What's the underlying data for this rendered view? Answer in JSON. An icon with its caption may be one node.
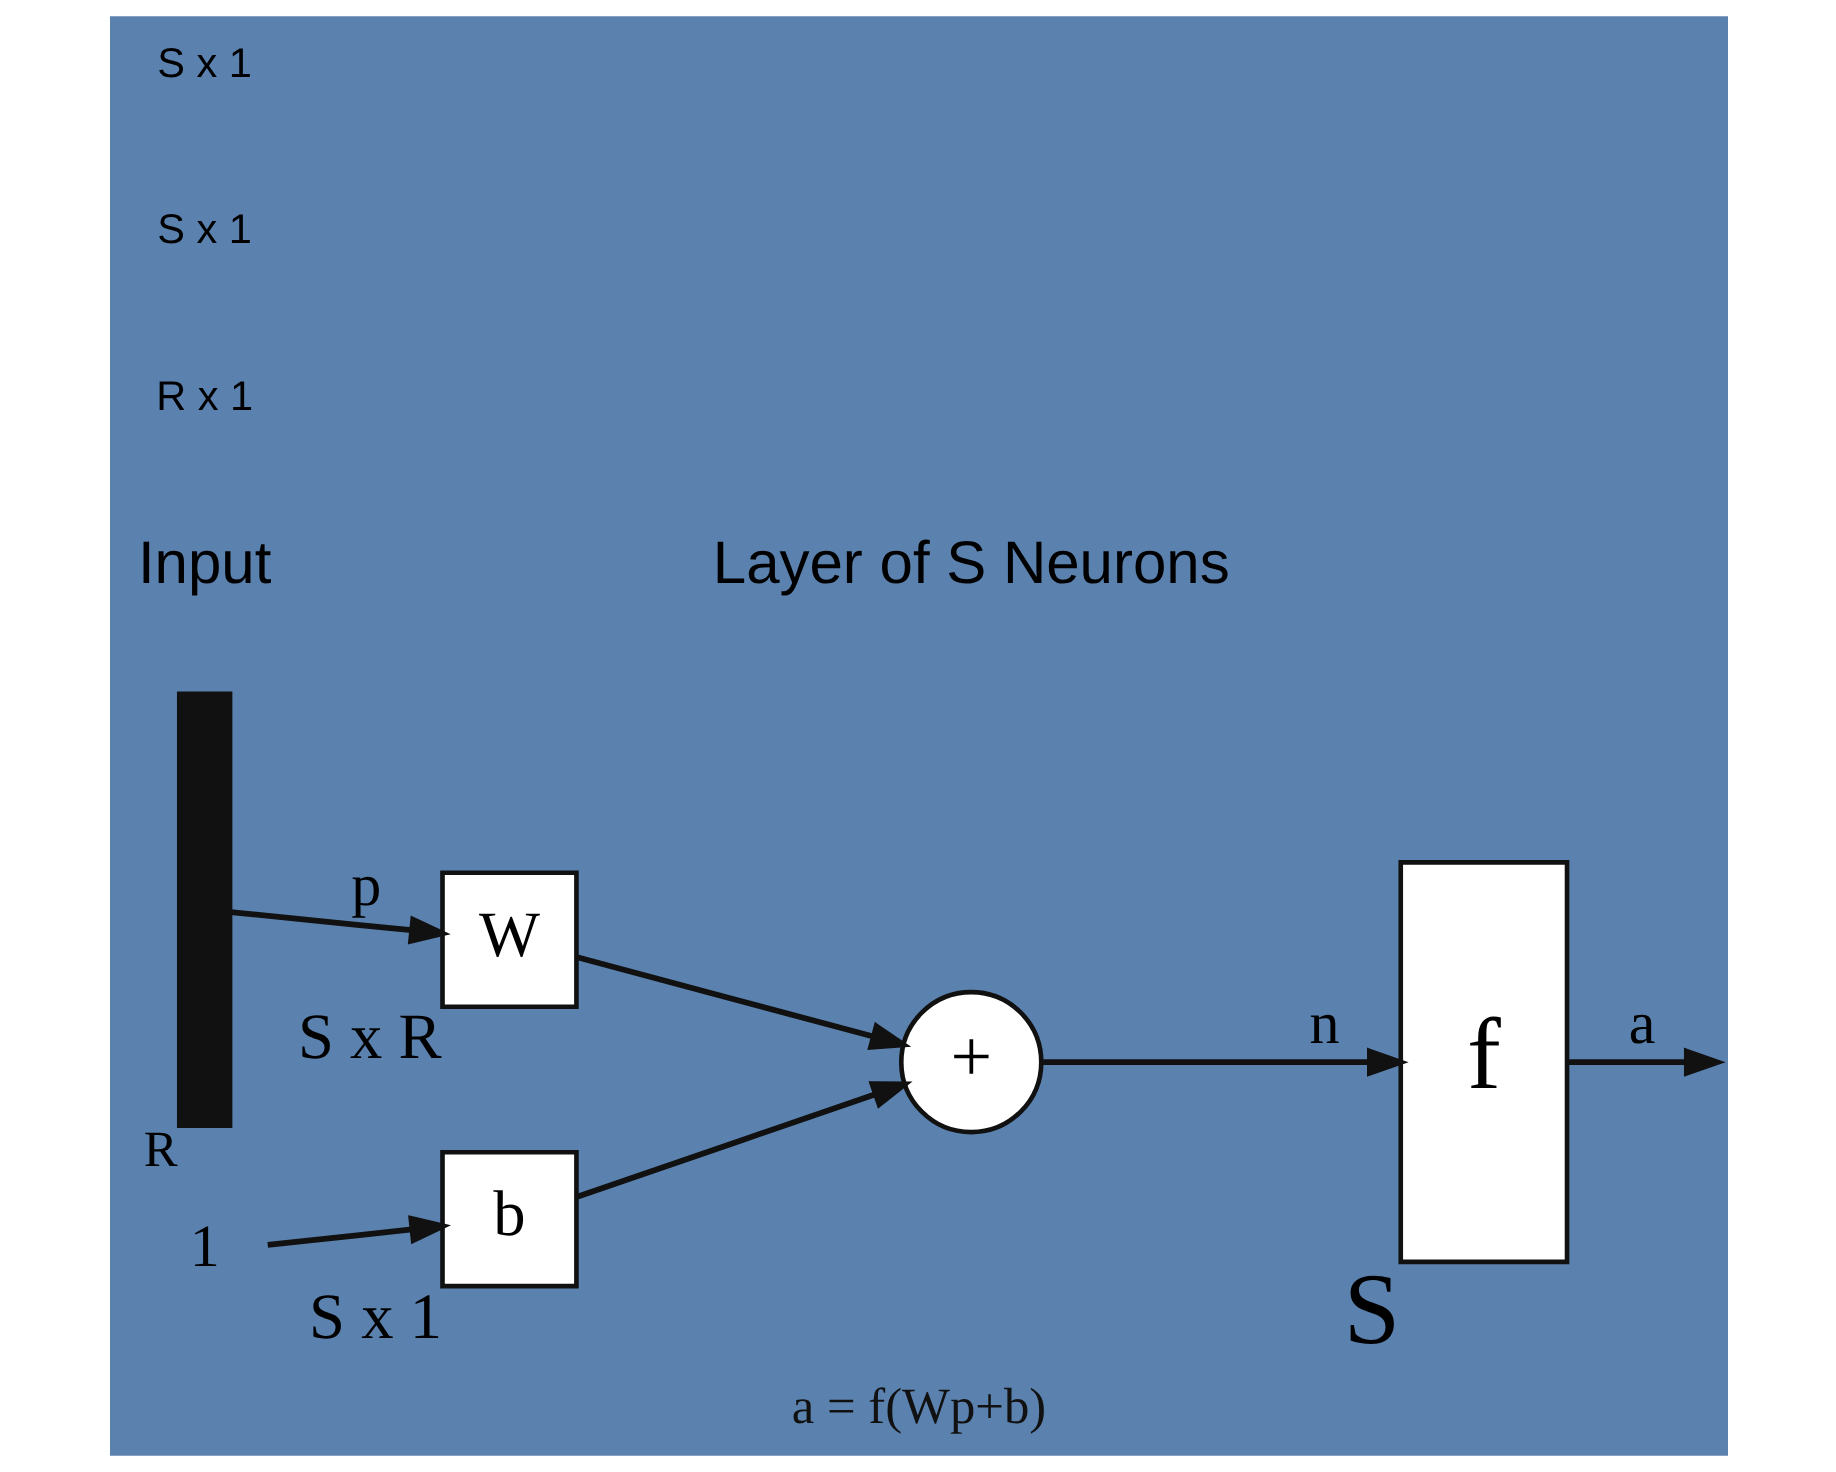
{
  "diagram": {
    "caption": "a = f(Wp+b)",
    "nodes": [
      {
        "text": [],
        "shape": "bar",
        "beside": [
          "R"
        ]
      },
      {
        "text": [
          "W"
        ],
        "beside": [
          "S x R"
        ]
      },
      {
        "text": [
          "b"
        ],
        "beside": [
          "S x 1"
        ]
      },
      {
        "text": [
          "+"
        ]
      },
      {
        "text": [
          "f"
        ],
        "beside": [
          "S"
        ]
      },
      {
        "text": [
          "1"
        ]
      }
    ],
    "edges": [
      {
        "from": 0,
        "to": 1,
        "arrow": "to",
        "label": "p"
      },
      {
        "from": 5,
        "to": 2,
        "arrow": "to"
      },
      {
        "from": 1,
        "to": 3,
        "arrow": "to"
      },
      {
        "from": 2,
        "to": 3,
        "arrow": "to"
      },
      {
        "from": 3,
        "to": 4,
        "arrow": "to",
        "label": "n"
      },
      {
        "from": 4,
        "to": null,
        "arrow": "to",
        "label": "a"
      }
    ],
    "labels": [
      "Input",
      "Layer of S Neurons",
      "R x 1",
      "S x 1",
      "S x 1"
    ]
  }
}
